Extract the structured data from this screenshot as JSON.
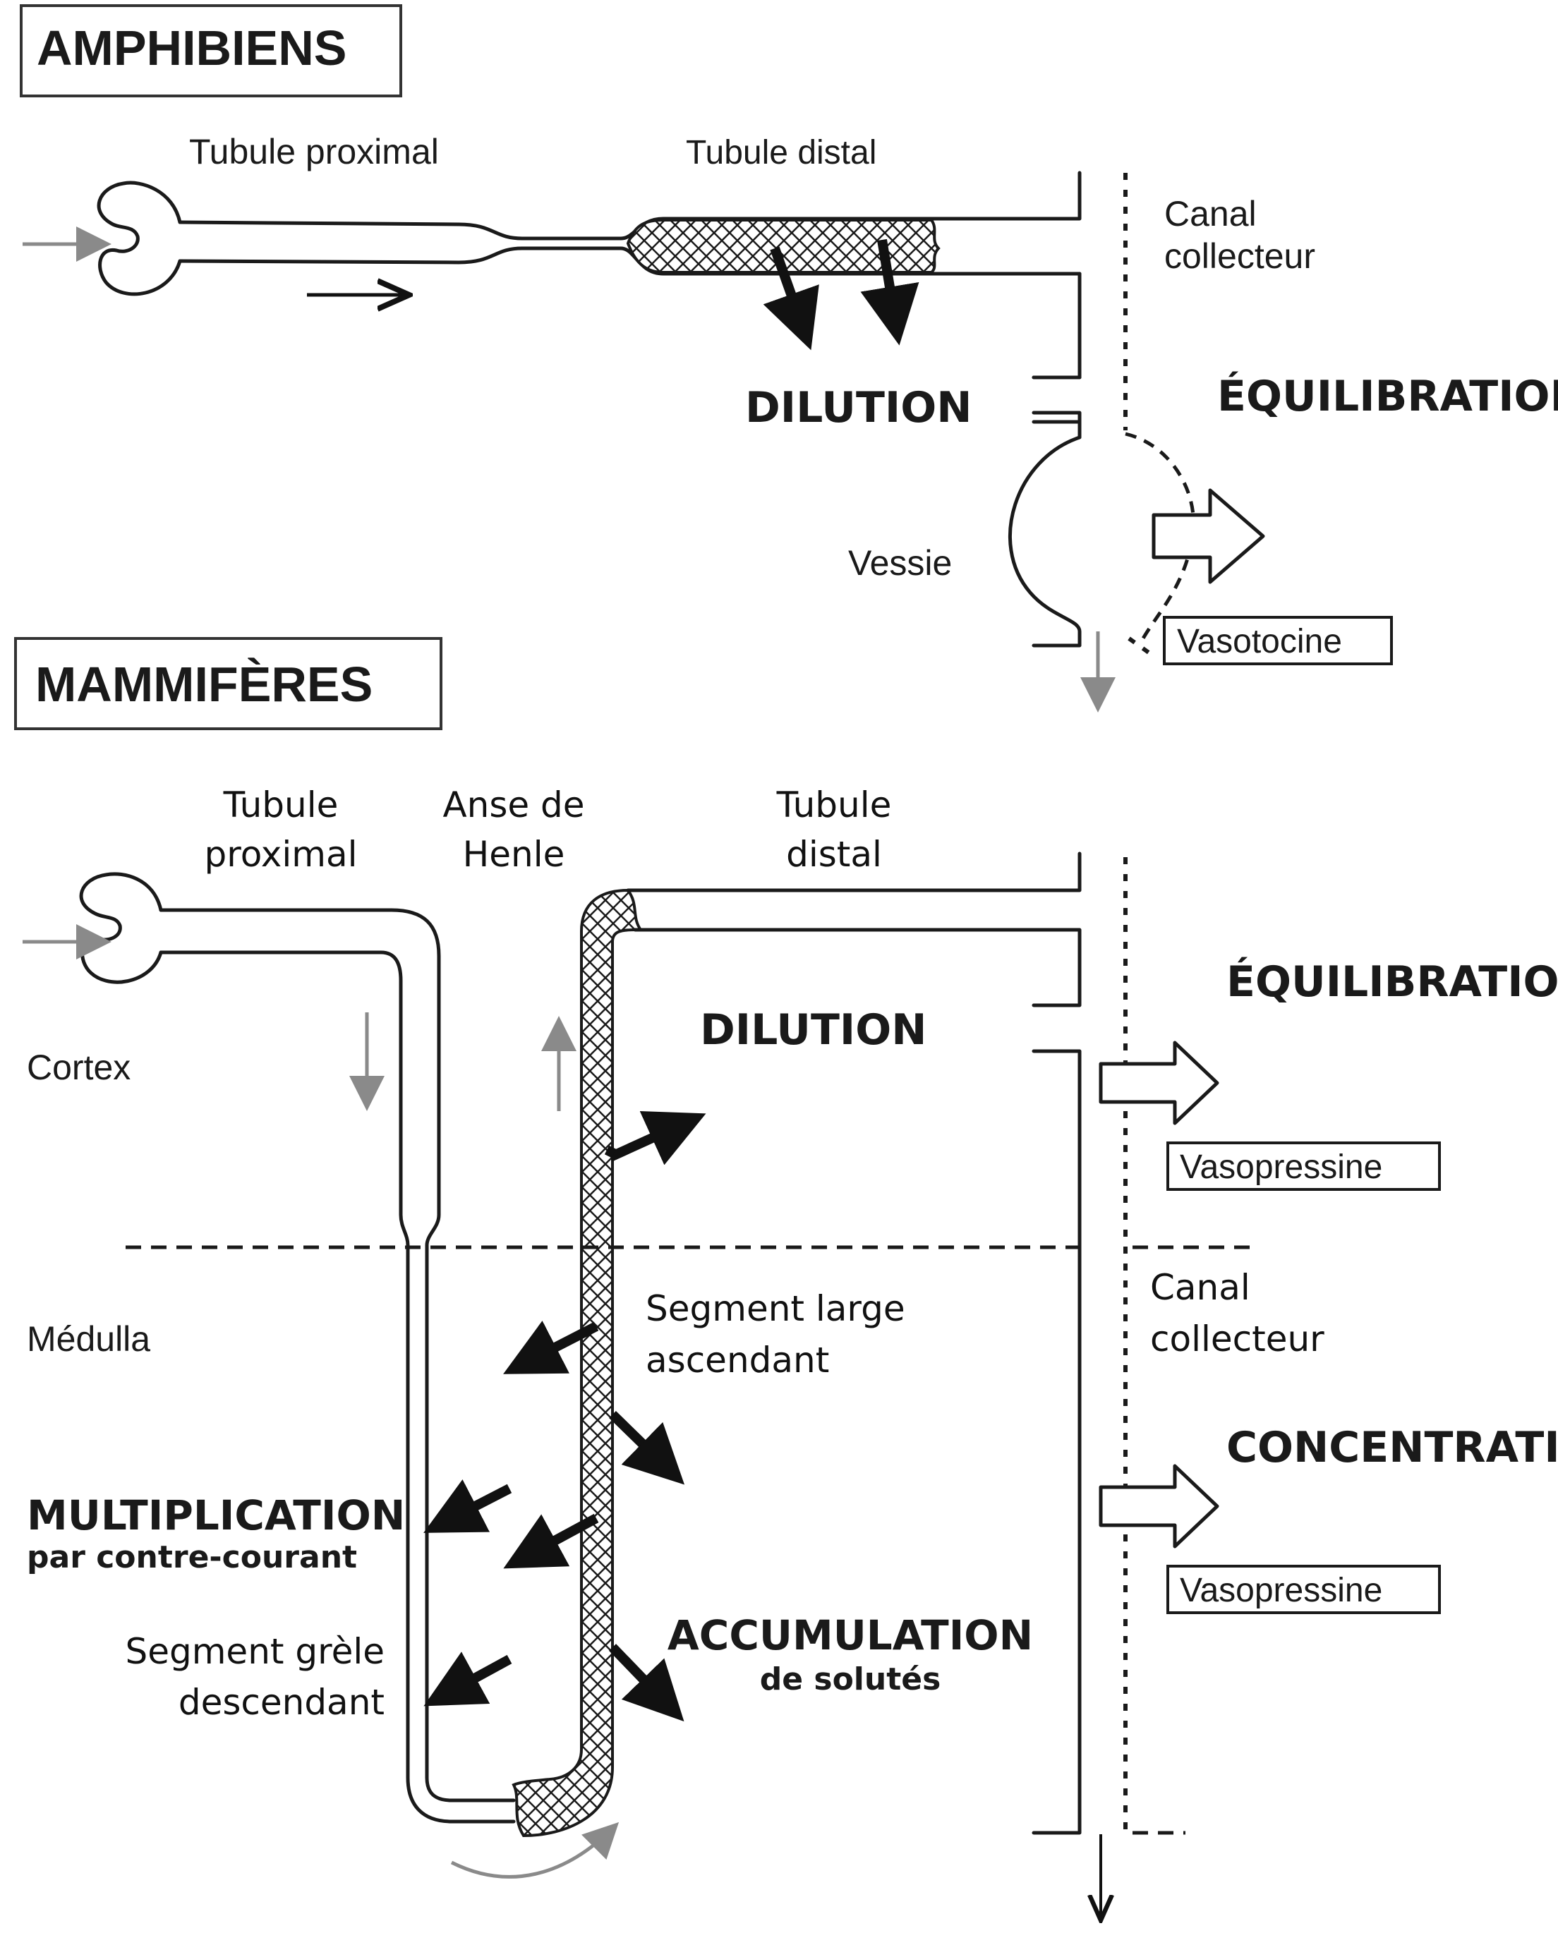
{
  "amphibiens": {
    "title": "AMPHIBIENS",
    "tubule_proximal": "Tubule proximal",
    "tubule_distal": "Tubule distal",
    "canal_line1": "Canal",
    "canal_line2": "collecteur",
    "dilution": "DILUTION",
    "equilibration": "ÉQUILIBRATION",
    "vessie": "Vessie",
    "hormone": "Vasotocine"
  },
  "mammiferes": {
    "title": "MAMMIFÈRES",
    "tubule_proximal_line1": "Tubule",
    "tubule_proximal_line2": "proximal",
    "anse_line1": "Anse de",
    "anse_line2": "Henle",
    "tubule_distal_line1": "Tubule",
    "tubule_distal_line2": "distal",
    "cortex": "Cortex",
    "medulla": "Médulla",
    "dilution": "DILUTION",
    "equilibration": "ÉQUILIBRATION",
    "hormone_top": "Vasopressine",
    "canal_line1": "Canal",
    "canal_line2": "collecteur",
    "segment_large_line1": "Segment large",
    "segment_large_line2": "ascendant",
    "concentration": "CONCENTRATION",
    "hormone_bottom": "Vasopressine",
    "multiplication": "MULTIPLICATION",
    "multiplication_sub": "par contre-courant",
    "segment_grele_line1": "Segment grèle",
    "segment_grele_line2": "descendant",
    "accumulation": "ACCUMULATION",
    "accumulation_sub": "de solutés"
  }
}
